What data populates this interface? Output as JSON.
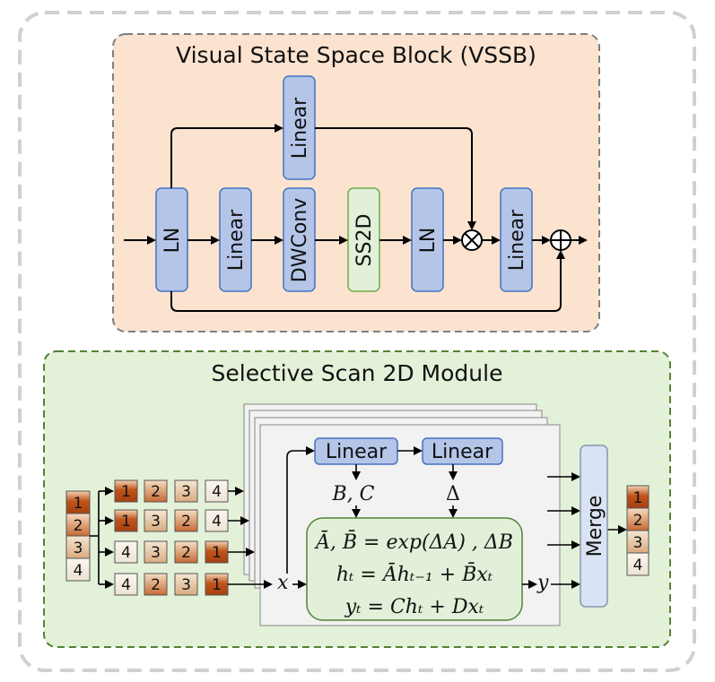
{
  "vssb": {
    "title": "Visual State Space Block (VSSB)",
    "blocks": [
      "LN",
      "Linear",
      "DWConv",
      "SS2D",
      "LN",
      "Linear"
    ],
    "gate_block": "Linear",
    "multiply_symbol": "⊗",
    "add_symbol": "⊕"
  },
  "ss2d": {
    "title": "Selective Scan 2D Module",
    "input_patches": [
      "1",
      "2",
      "3",
      "4"
    ],
    "scan_sequences": [
      [
        "1",
        "2",
        "3",
        "4"
      ],
      [
        "1",
        "3",
        "2",
        "4"
      ],
      [
        "4",
        "3",
        "2",
        "1"
      ],
      [
        "4",
        "2",
        "3",
        "1"
      ]
    ],
    "linear_left": "Linear",
    "linear_right": "Linear",
    "bc_label": "B, C",
    "delta_label": "Δ",
    "x_label": "x",
    "y_label": "y",
    "eq1": "Ā, B̄ = exp(ΔA) , ΔB",
    "eq2": "hₜ = Āhₜ₋₁ + B̄xₜ",
    "eq3": "yₜ = Chₜ + Dxₜ",
    "merge_label": "Merge",
    "output_patches": [
      "1",
      "2",
      "3",
      "4"
    ]
  },
  "colors": {
    "vssb_bg": "#fbe3cf",
    "ss2d_bg": "#e3f1d9",
    "blue_block": "#b4c5e8",
    "green_block": "#e2f0d9",
    "panel": "#f2f2f2"
  }
}
